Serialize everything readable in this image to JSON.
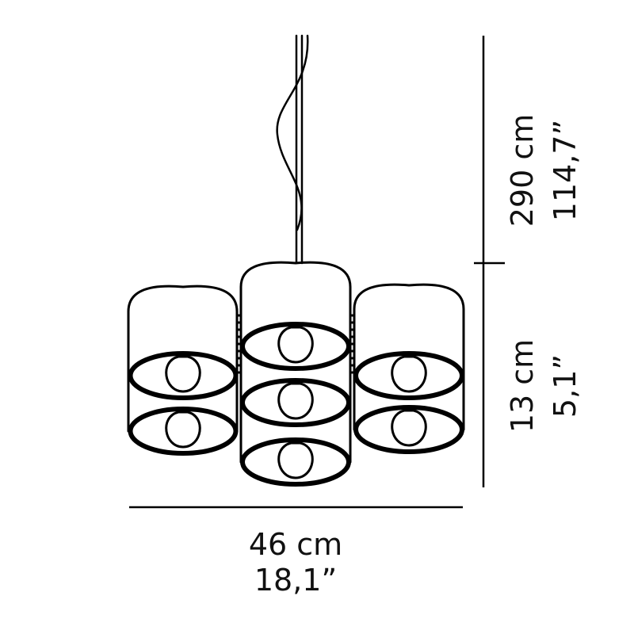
{
  "dimensions": {
    "cable_length_cm": "290 cm",
    "cable_length_in": "114,7”",
    "height_cm": "13 cm",
    "height_in": "5,1”",
    "width_cm": "46 cm",
    "width_in": "18,1”"
  },
  "colors": {
    "line": "#000000",
    "background": "#ffffff"
  }
}
